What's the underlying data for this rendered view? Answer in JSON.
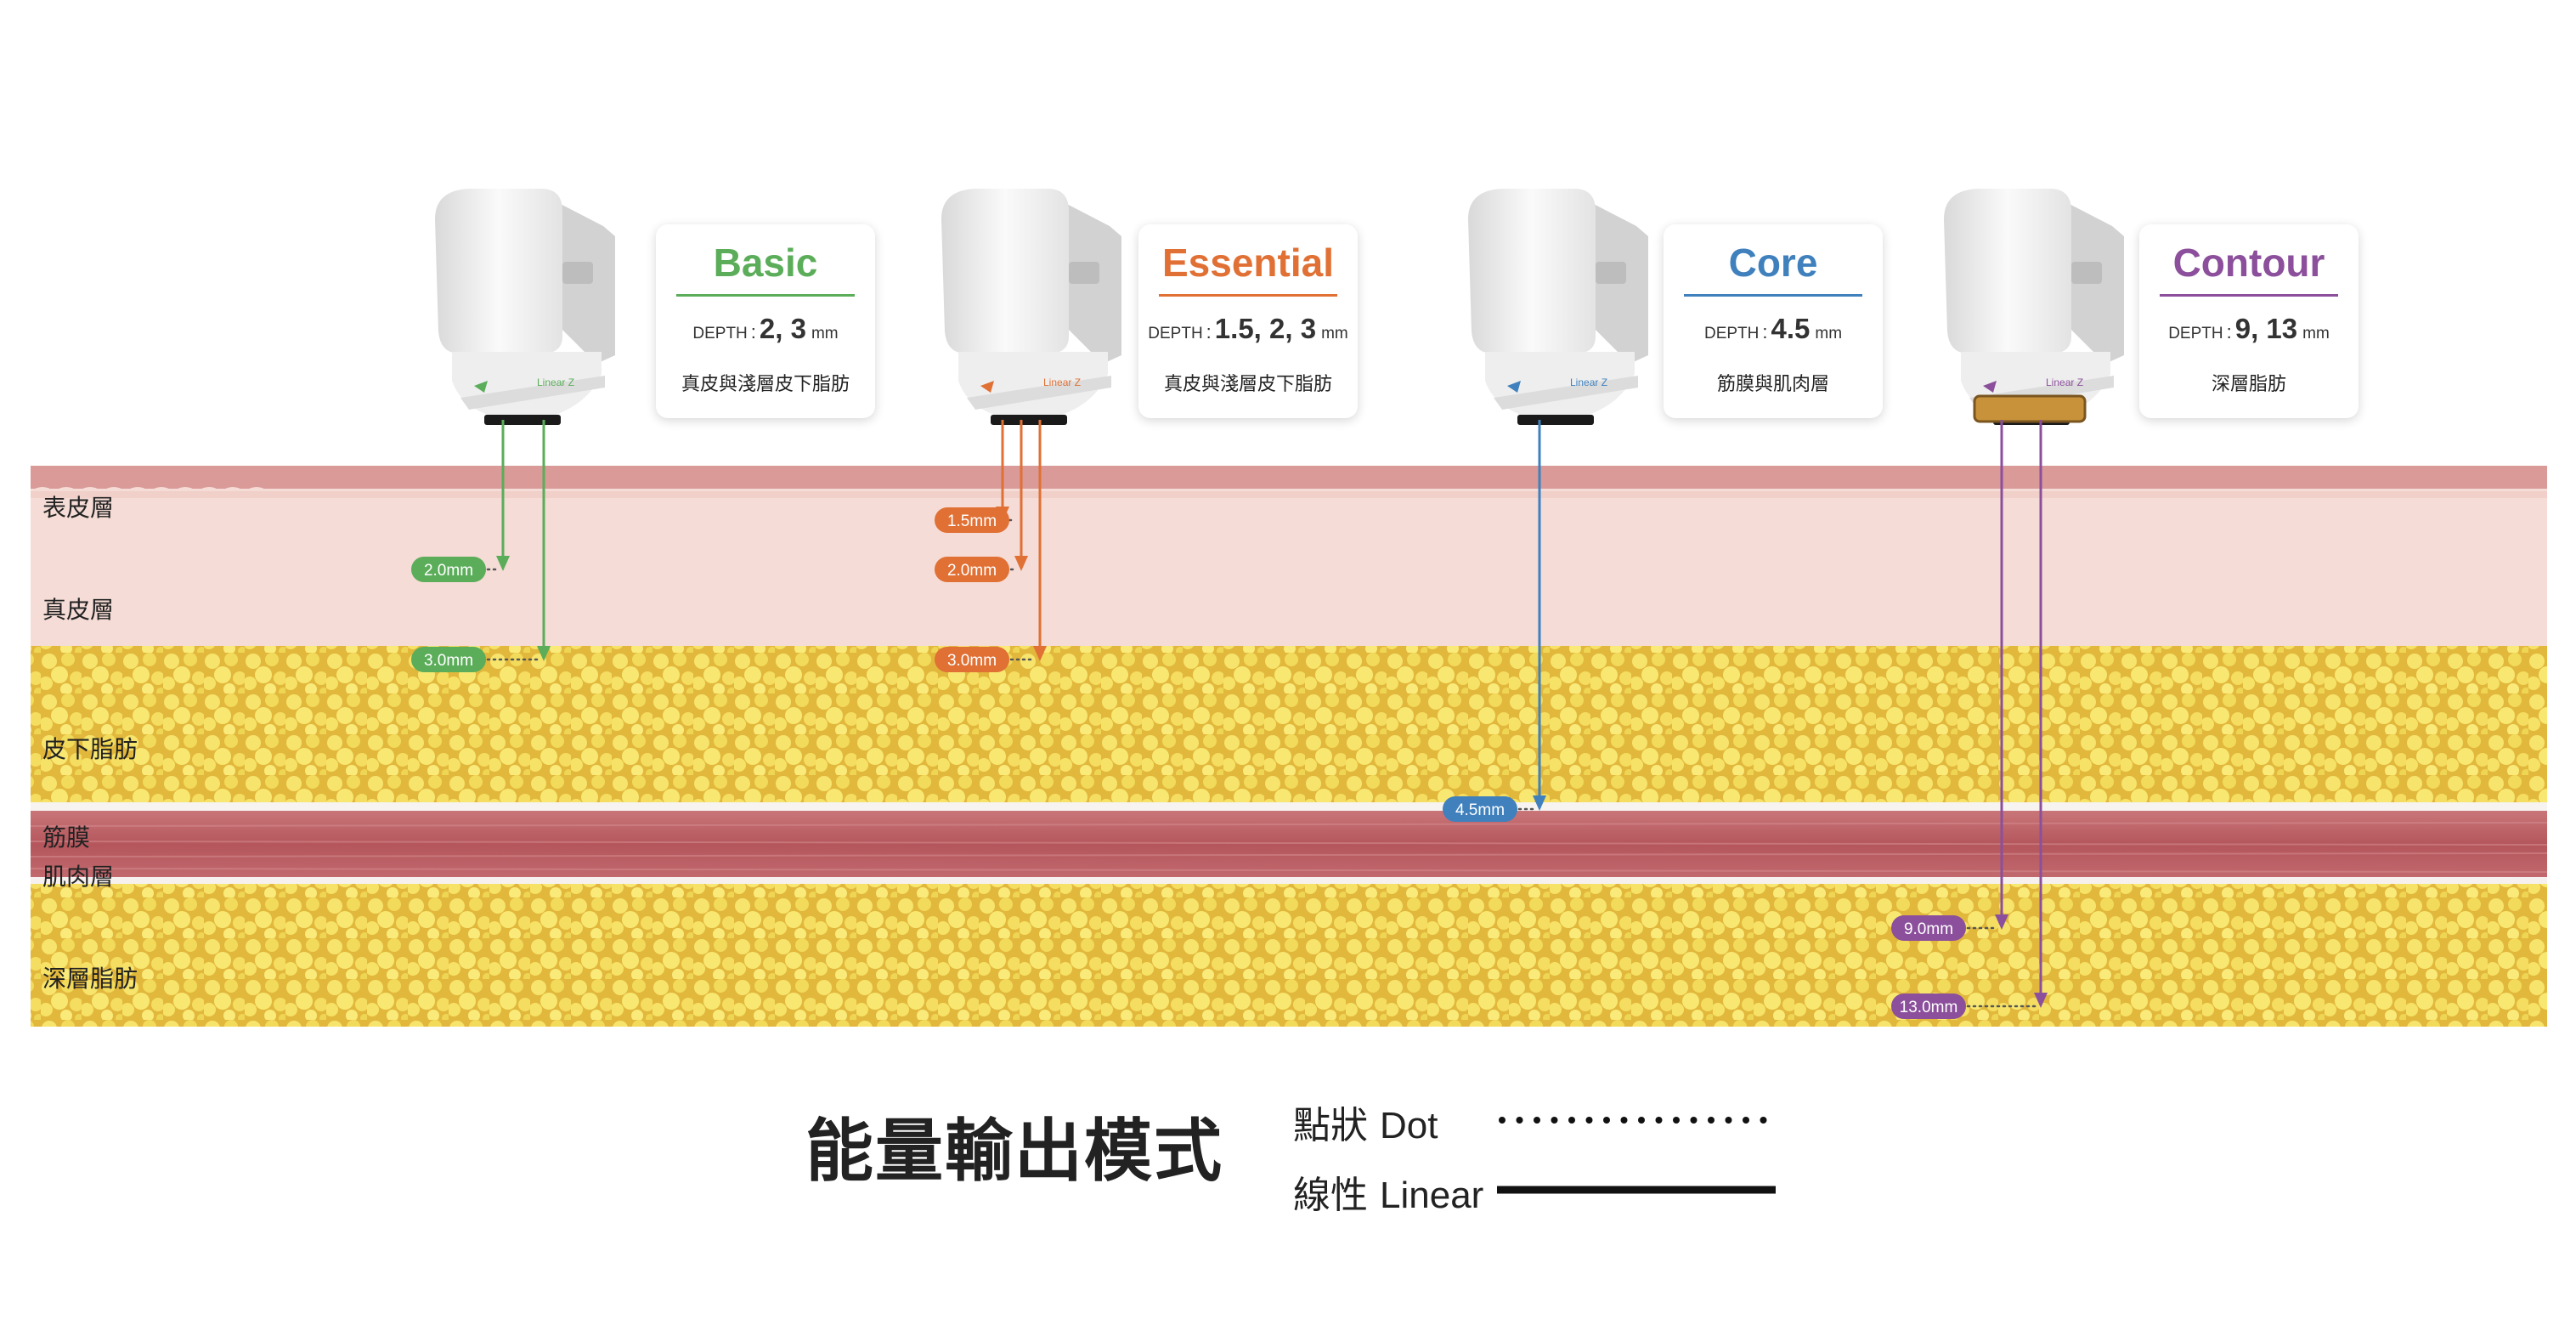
{
  "colors": {
    "basic": "#5bad5a",
    "essential": "#e07034",
    "core": "#3f80bd",
    "contour": "#8b4f9b"
  },
  "modules": [
    {
      "id": "basic",
      "title": "Basic",
      "depth_label": "DEPTH",
      "depth_value": "2, 3",
      "unit": "mm",
      "desc": "真皮與淺層皮下脂肪",
      "device_icon": "transducer-device-icon",
      "device_label": "Linear Z"
    },
    {
      "id": "essential",
      "title": "Essential",
      "depth_label": "DEPTH",
      "depth_value": "1.5, 2, 3",
      "unit": "mm",
      "desc": "真皮與淺層皮下脂肪",
      "device_icon": "transducer-device-icon",
      "device_label": "Linear Z"
    },
    {
      "id": "core",
      "title": "Core",
      "depth_label": "DEPTH",
      "depth_value": "4.5",
      "unit": "mm",
      "desc": "筋膜與肌肉層",
      "device_icon": "transducer-device-icon",
      "device_label": "Linear Z"
    },
    {
      "id": "contour",
      "title": "Contour",
      "depth_label": "DEPTH",
      "depth_value": "9, 13",
      "unit": "mm",
      "desc": "深層脂肪",
      "device_icon": "transducer-device-icon",
      "device_label": "Linear Z"
    }
  ],
  "layers": [
    "表皮層",
    "真皮層",
    "皮下脂肪",
    "筋膜",
    "肌肉層",
    "深層脂肪"
  ],
  "depth_markers": [
    {
      "module": "basic",
      "label": "2.0mm",
      "depth_mm": 2.0
    },
    {
      "module": "basic",
      "label": "3.0mm",
      "depth_mm": 3.0
    },
    {
      "module": "essential",
      "label": "1.5mm",
      "depth_mm": 1.5
    },
    {
      "module": "essential",
      "label": "2.0mm",
      "depth_mm": 2.0
    },
    {
      "module": "essential",
      "label": "3.0mm",
      "depth_mm": 3.0
    },
    {
      "module": "core",
      "label": "4.5mm",
      "depth_mm": 4.5
    },
    {
      "module": "contour",
      "label": "9.0mm",
      "depth_mm": 9.0
    },
    {
      "module": "contour",
      "label": "13.0mm",
      "depth_mm": 13.0
    }
  ],
  "legend": {
    "title": "能量輸出模式",
    "dot": {
      "zh": "點狀",
      "en": "Dot"
    },
    "linear": {
      "zh": "線性",
      "en": "Linear"
    }
  }
}
